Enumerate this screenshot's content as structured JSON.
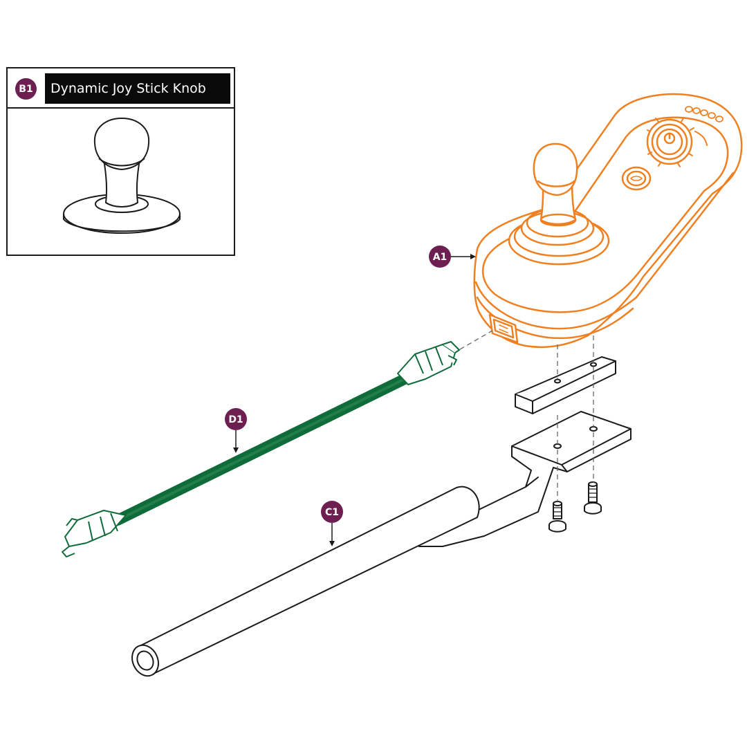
{
  "inset": {
    "badge": "B1",
    "title": "Dynamic Joy Stick Knob"
  },
  "callouts": {
    "a1": "A1",
    "c1": "C1",
    "d1": "D1"
  },
  "colors": {
    "callout_badge": "#6d1f52",
    "controller_outline": "#f07f1f",
    "harness": "#0f6b3a",
    "line_art": "#1a1a1a"
  }
}
